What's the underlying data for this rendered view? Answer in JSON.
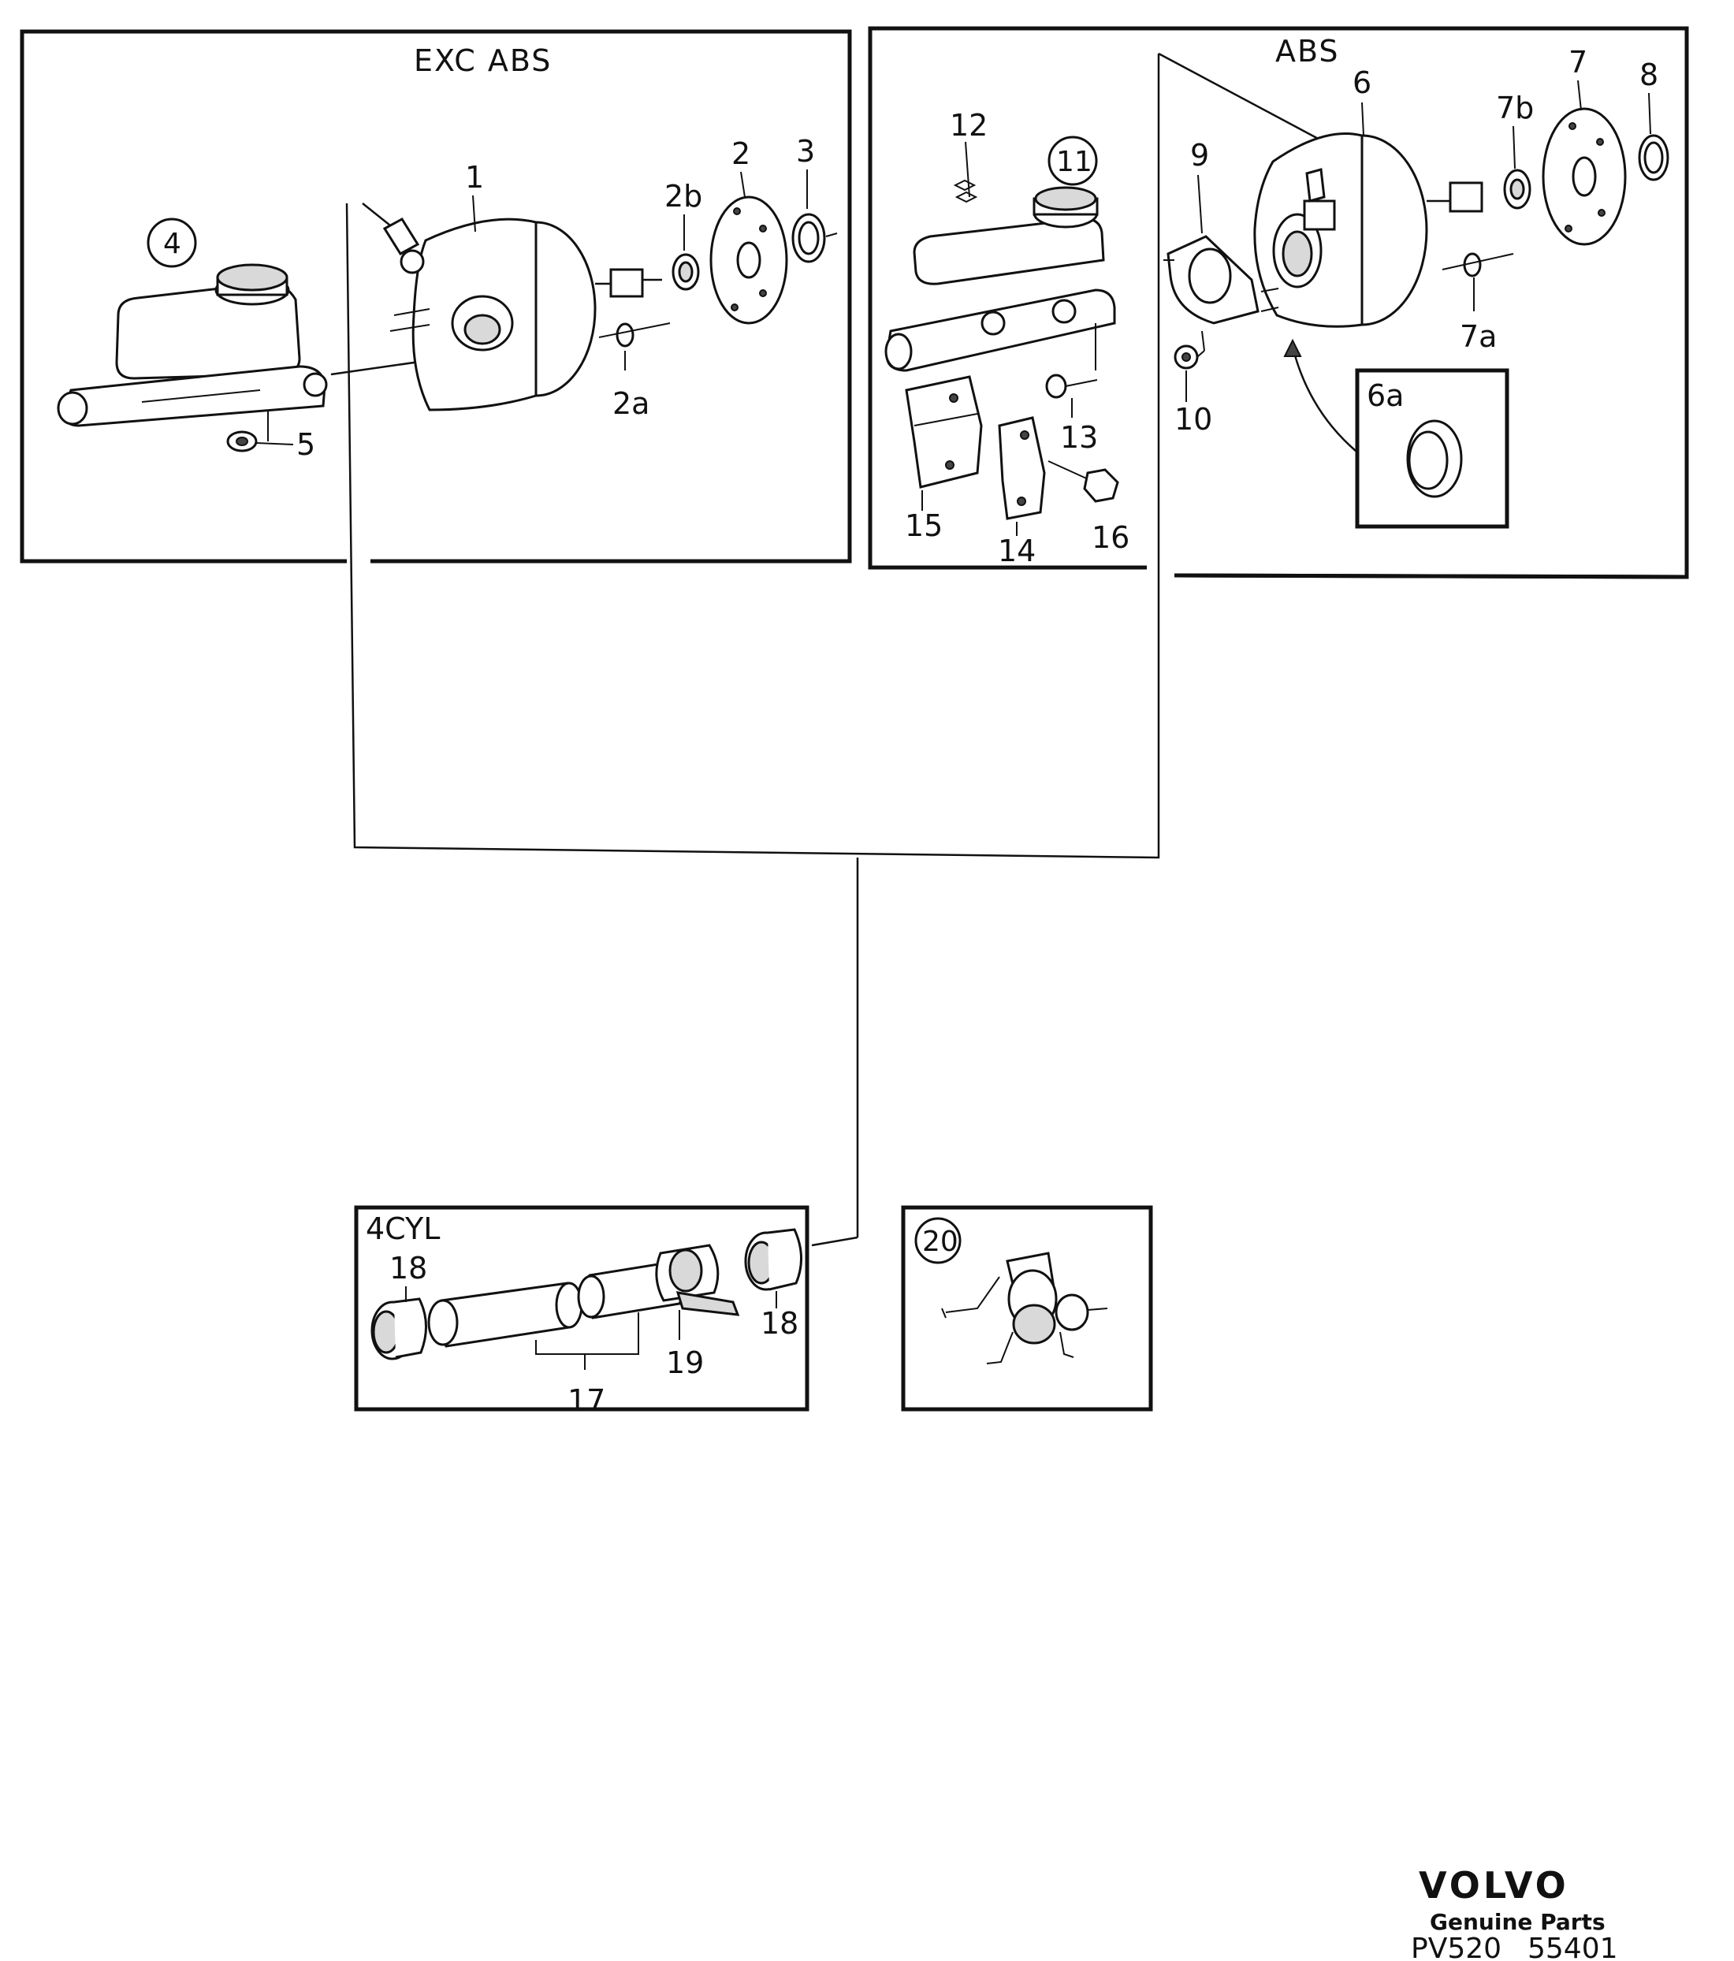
{
  "sections": {
    "exc_abs": {
      "title": "EXC ABS"
    },
    "abs": {
      "title": "ABS"
    },
    "four_cyl": {
      "title": "4CYL"
    }
  },
  "callouts": {
    "p1": "1",
    "p2": "2",
    "p2a": "2a",
    "p2b": "2b",
    "p3": "3",
    "p4": "4",
    "p5": "5",
    "p6": "6",
    "p6a": "6a",
    "p7": "7",
    "p7a": "7a",
    "p7b": "7b",
    "p8": "8",
    "p9": "9",
    "p10": "10",
    "p11": "11",
    "p12": "12",
    "p13": "13",
    "p14": "14",
    "p15": "15",
    "p16": "16",
    "p17": "17",
    "p18a": "18",
    "p18b": "18",
    "p19": "19",
    "p20": "20"
  },
  "footer": {
    "brand": "VOLVO",
    "subtitle": "Genuine Parts",
    "code_left": "PV520",
    "code_right": "55401"
  }
}
